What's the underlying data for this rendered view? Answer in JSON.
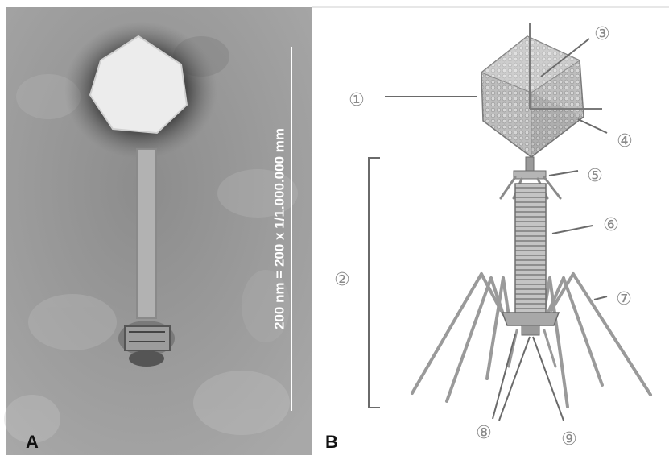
{
  "panel_a": {
    "letter": "A",
    "scale_bar_label": "200 nm = 200 x 1/1.000.000 mm"
  },
  "panel_b": {
    "letter": "B",
    "callouts": [
      {
        "id": "1",
        "glyph": "①"
      },
      {
        "id": "2",
        "glyph": "②"
      },
      {
        "id": "3",
        "glyph": "③"
      },
      {
        "id": "4",
        "glyph": "④"
      },
      {
        "id": "5",
        "glyph": "⑤"
      },
      {
        "id": "6",
        "glyph": "⑥"
      },
      {
        "id": "7",
        "glyph": "⑦"
      },
      {
        "id": "8",
        "glyph": "⑧"
      },
      {
        "id": "9",
        "glyph": "⑨"
      }
    ]
  },
  "colors": {
    "micrograph_bg": "#9a9a9a",
    "line_gray": "#7a7a7a",
    "text_dark": "#111111"
  }
}
